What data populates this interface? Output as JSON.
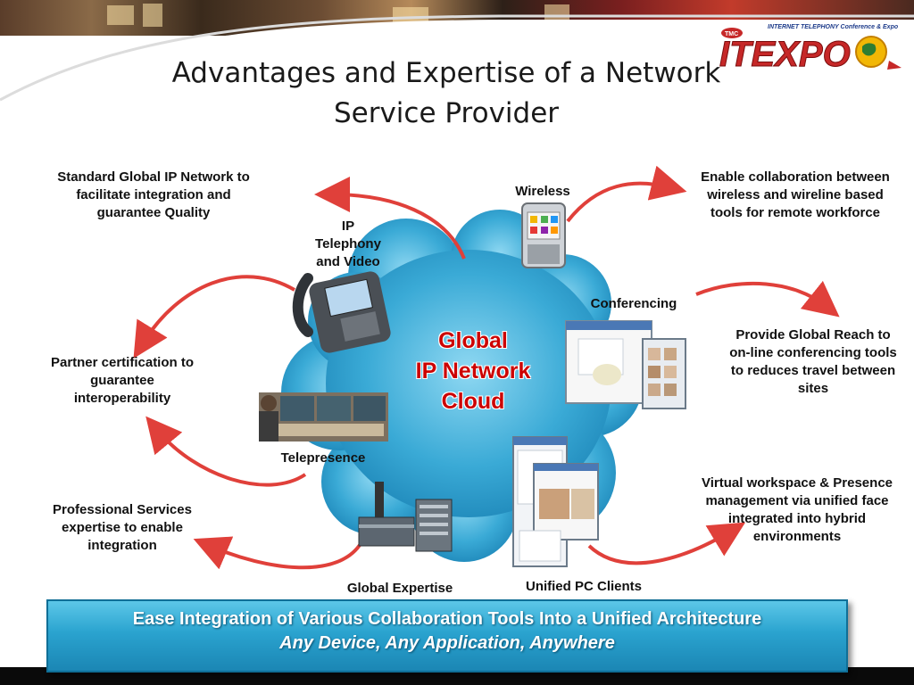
{
  "title": "Advantages and Expertise of a Network Service Provider",
  "title_lines": [
    "Advantages and Expertise of a Network",
    "Service Provider"
  ],
  "logo": {
    "small_text": "INTERNET TELEPHONY Conference & Expo",
    "tmc": "TMC",
    "main": "ITEXPO"
  },
  "cloud": {
    "line1": "Global",
    "line2": "IP Network",
    "line3": "Cloud",
    "color": "#cc0000"
  },
  "nodes": {
    "wireless": "Wireless",
    "ip_telephony": [
      "IP",
      "Telephony",
      "and Video"
    ],
    "conferencing": "Conferencing",
    "telepresence": "Telepresence",
    "global_expertise": "Global Expertise",
    "unified_pc": "Unified PC Clients"
  },
  "callouts": {
    "top_left": [
      "Standard Global IP Network to",
      "facilitate integration and",
      "guarantee Quality"
    ],
    "mid_left": [
      "Partner certification to",
      "guarantee",
      "interoperability"
    ],
    "bottom_left": [
      "Professional Services",
      "expertise to enable",
      "integration"
    ],
    "top_right": [
      "Enable collaboration between",
      "wireless and wireline based",
      "tools for remote workforce"
    ],
    "mid_right": [
      "Provide Global Reach to",
      "on-line conferencing tools",
      "to reduces travel between",
      "sites"
    ],
    "bottom_right": [
      "Virtual workspace & Presence",
      "management via unified face",
      "integrated into hybrid",
      "environments"
    ]
  },
  "footer": {
    "line1": "Ease Integration of Various Collaboration Tools Into a Unified Architecture",
    "line2": "Any Device, Any Application, Anywhere"
  },
  "colors": {
    "arrow": "#e0403a",
    "cloud_fill": "#3aaad6",
    "footer_bar": "#2aa3cf"
  }
}
